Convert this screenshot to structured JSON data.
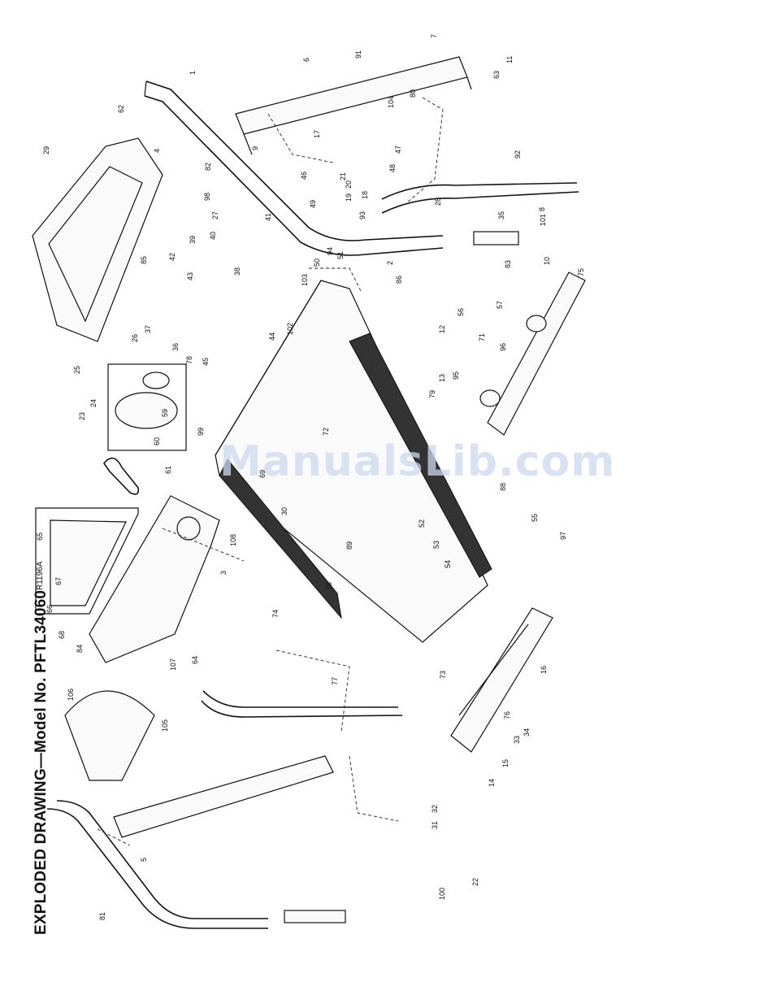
{
  "header": {
    "title": "EXPLODED DRAWING—Model No. PFTL34060",
    "drawing_code": "R1196A"
  },
  "watermark": "ManualsLib.com",
  "labels": [
    "1",
    "2",
    "3",
    "4",
    "5",
    "6",
    "7",
    "8",
    "9",
    "10",
    "11",
    "12",
    "13",
    "14",
    "15",
    "16",
    "17",
    "18",
    "19",
    "20",
    "21",
    "22",
    "23",
    "24",
    "25",
    "26",
    "27",
    "28",
    "29",
    "30",
    "31",
    "32",
    "33",
    "34",
    "35",
    "36",
    "37",
    "38",
    "39",
    "40",
    "41",
    "42",
    "43",
    "44",
    "45",
    "46",
    "47",
    "48",
    "49",
    "50",
    "51",
    "52",
    "53",
    "54",
    "55",
    "56",
    "57",
    "59",
    "60",
    "61",
    "62",
    "63",
    "64",
    "65",
    "66",
    "67",
    "68",
    "69",
    "70",
    "71",
    "72",
    "73",
    "74",
    "75",
    "76",
    "77",
    "78",
    "79",
    "80",
    "81",
    "82",
    "83",
    "84",
    "85",
    "86",
    "88",
    "89",
    "91",
    "92",
    "93",
    "94",
    "95",
    "96",
    "97",
    "98",
    "99",
    "100",
    "101",
    "102",
    "103",
    "104",
    "105",
    "106",
    "107",
    "108"
  ]
}
